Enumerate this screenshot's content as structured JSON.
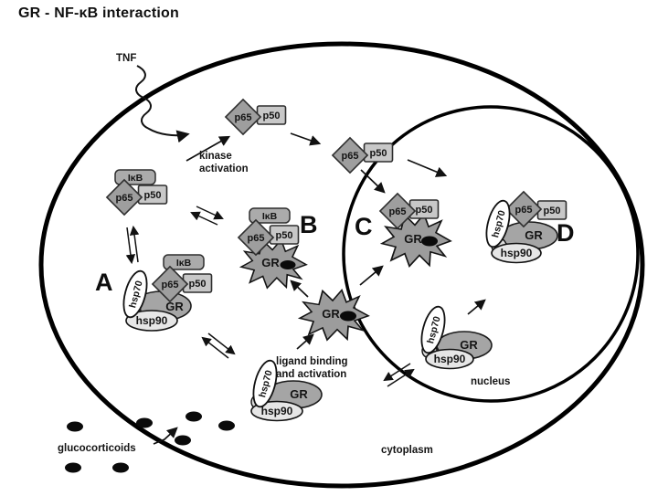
{
  "title": "GR - NF-&#954;B interaction",
  "labels": {
    "tnf": "TNF",
    "kinase_activation": "kinase activation",
    "ligand_binding": "ligand binding and activation",
    "nucleus": "nucleus",
    "cytoplasm": "cytoplasm",
    "glucocorticoids": "glucocorticoids"
  },
  "markers": {
    "a": "A",
    "b": "B",
    "c": "C",
    "d": "D"
  },
  "proteins": {
    "p65": "p65",
    "p50": "p50",
    "ikb": "IκB",
    "gr": "GR",
    "hsp70": "hsp70",
    "hsp90": "hsp90"
  },
  "colors": {
    "p65_fill": "#9e9e9e",
    "p50_fill": "#c8c8c8",
    "ikb_fill": "#ababab",
    "gr_fill": "#a5a5a5",
    "gr_star_fill": "#9c9c9c",
    "hsp70_fill": "#ffffff",
    "hsp90_fill": "#e6e6e6",
    "ligand_dot": "#0a0a0a",
    "membrane_stroke": "#000000"
  }
}
